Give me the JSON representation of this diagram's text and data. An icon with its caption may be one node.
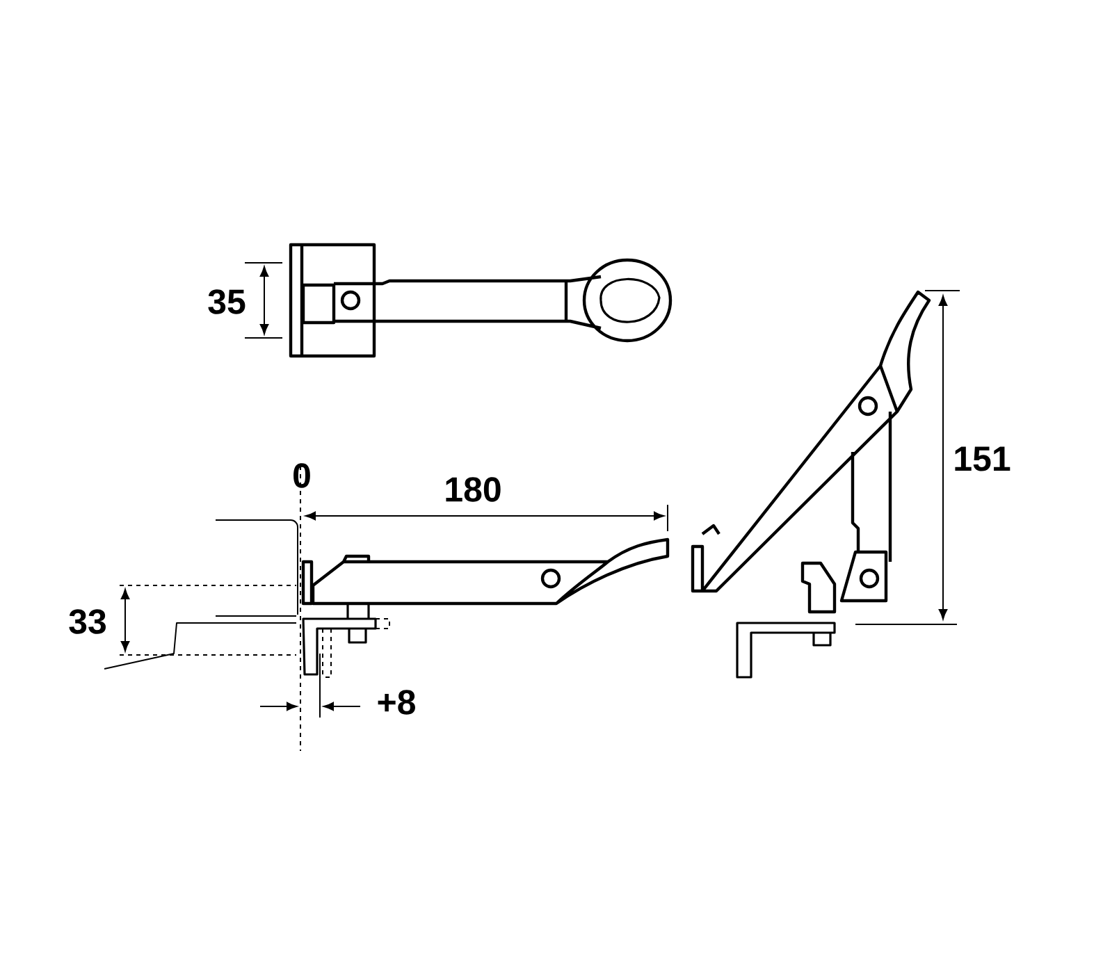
{
  "diagram": {
    "labels": [
      "35",
      "0",
      "180",
      "33",
      "+8",
      "151"
    ]
  }
}
